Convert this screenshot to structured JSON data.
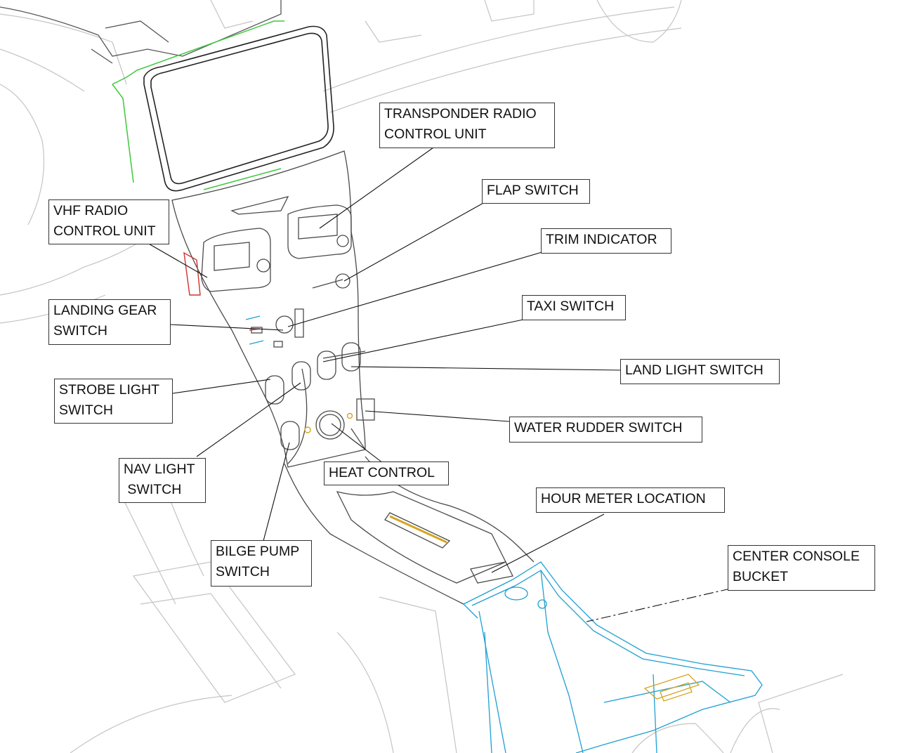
{
  "colors": {
    "line_art": "#bdbdbd",
    "panel_outline": "#4a4a4a",
    "bucket_outline": "#1ea0d2",
    "bezel_outline": "#3cc83c",
    "hinge_outline": "#d4a520",
    "leader": "#111111"
  },
  "callouts": {
    "transponder": "TRANSPONDER RADIO\nCONTROL UNIT",
    "flap": "FLAP SWITCH",
    "vhf": "VHF RADIO\nCONTROL UNIT",
    "trim": "TRIM INDICATOR",
    "landing_gear": "LANDING GEAR\nSWITCH",
    "taxi": "TAXI SWITCH",
    "land_light": "LAND LIGHT SWITCH",
    "strobe": "STROBE LIGHT\nSWITCH",
    "water_rudder": "WATER RUDDER SWITCH",
    "nav": "NAV LIGHT\n SWITCH",
    "heat": "HEAT CONTROL",
    "hour_meter": "HOUR METER LOCATION",
    "bilge": "BILGE PUMP\nSWITCH",
    "bucket": "CENTER CONSOLE\nBUCKET"
  }
}
